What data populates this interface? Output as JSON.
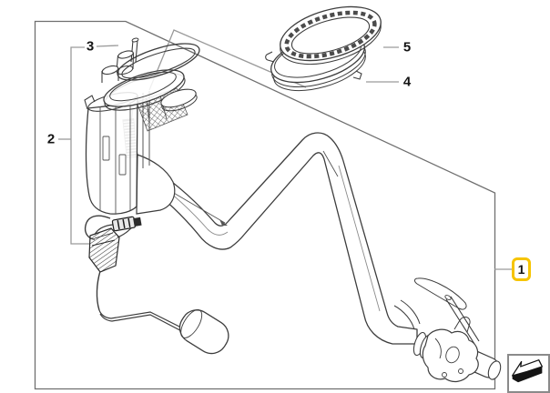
{
  "diagram": {
    "kind": "parts-diagram",
    "callouts": {
      "item1": "1",
      "item2": "2",
      "item3": "3",
      "item4": "4",
      "item5": "5"
    },
    "highlighted_callout": "1"
  },
  "colors": {
    "background": "#ffffff",
    "line_art": "#3d3d3d",
    "leader_gray": "#9a9a9a",
    "frame_gray": "#6f6f6f",
    "highlight_yellow": "#F6C400",
    "icon_border_gray": "#8a8a8a"
  },
  "icons": {
    "bottom_right": "diagonal-arrow-icon"
  }
}
